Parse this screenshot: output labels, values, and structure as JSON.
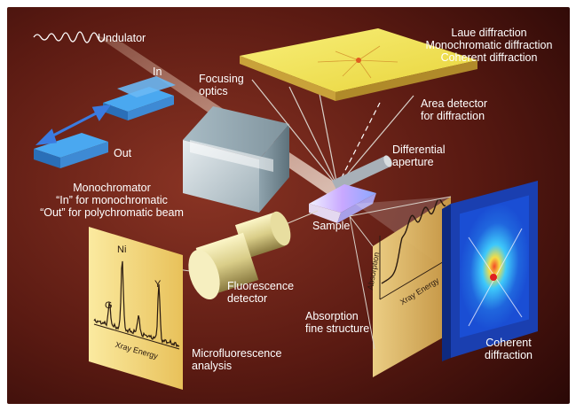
{
  "labels": {
    "undulator": "Undulator",
    "in": "In",
    "out": "Out",
    "focusing_optics": [
      "Focusing",
      "optics"
    ],
    "monochromator": [
      "Monochromator",
      "“In” for monochromatic",
      "“Out” for polychromatic beam"
    ],
    "diffraction_types": [
      "Laue diffraction",
      "Monochromatic diffraction",
      "Coherent diffraction"
    ],
    "area_detector": [
      "Area detector",
      "for diffraction"
    ],
    "differential_aperture": [
      "Differential",
      "aperture"
    ],
    "sample": "Sample",
    "fluorescence_detector": [
      "Fluorescence",
      "detector"
    ],
    "microfluorescence": [
      "Microfluorescence",
      "analysis"
    ],
    "absorption": [
      "Absorption",
      "fine structure"
    ],
    "coherent": [
      "Coherent",
      "diffraction"
    ]
  },
  "spectrum_panel": {
    "peaks": [
      "Ni",
      "Y",
      "G"
    ],
    "axis_label": "Xray Energy"
  },
  "absorption_panel": {
    "ylabel": "Absorption",
    "xlabel": "Xray Energy"
  },
  "colors": {
    "background_dark": "#2a0a08",
    "background_light": "#8a3222",
    "panel_yellow": "#f2df86",
    "crystal_blue": "#2f8fe0",
    "crystal_base": "#5a4040",
    "detector_blue": "#1a4fd6"
  }
}
